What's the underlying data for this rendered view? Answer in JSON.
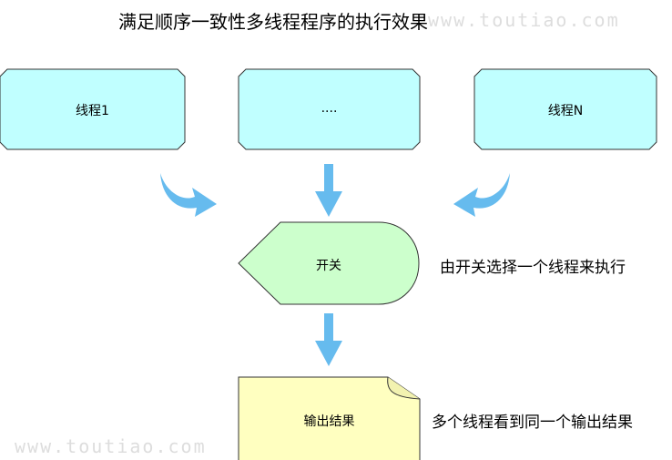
{
  "title": "满足顺序一致性多线程程序的执行效果",
  "nodes": {
    "thread1": "线程1",
    "thread_mid": "....",
    "threadN": "线程N",
    "switch": "开关",
    "output": "输出结果"
  },
  "notes": {
    "switch_note": "由开关选择一个线程来执行",
    "output_note": "多个线程看到同一个输出结果"
  },
  "watermark": "www.toutiao.com",
  "colors": {
    "thread_fill": "#c0ffff",
    "switch_fill": "#ccffcc",
    "output_fill": "#ffffc0",
    "arrow": "#66bbee",
    "stroke": "#333333"
  }
}
